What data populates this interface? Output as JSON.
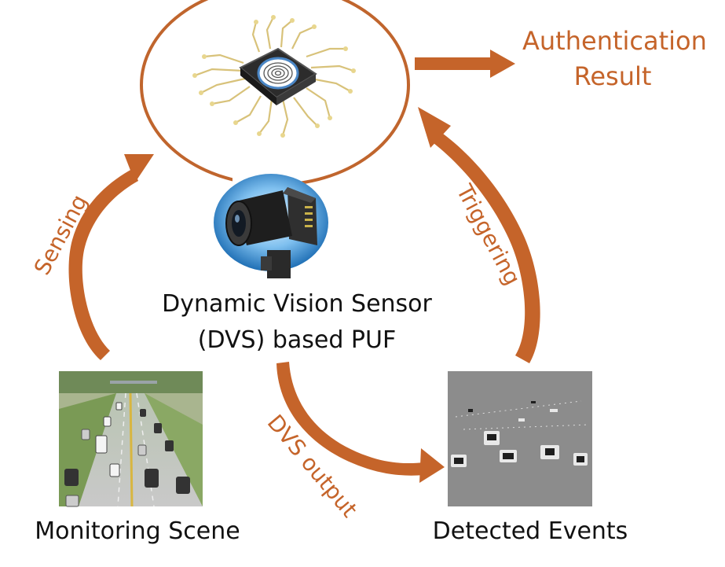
{
  "authentication": {
    "line1": "Authentication",
    "line2": "Result"
  },
  "dvs_label": {
    "line1": "Dynamic Vision Sensor",
    "line2": "(DVS) based PUF"
  },
  "captions": {
    "monitoring_scene": "Monitoring Scene",
    "detected_events": "Detected Events"
  },
  "arrows": {
    "sensing": "Sensing",
    "triggering": "Triggering",
    "dvs_output": "DVS output"
  },
  "colors": {
    "accent": "#c5642a",
    "text": "#111111",
    "bubble_stroke": "#c0652d"
  },
  "icons": {
    "chip": "fingerprint-chip-icon",
    "camera": "dvs-camera-icon",
    "highway": "highway-photo",
    "events": "event-frame-image"
  }
}
